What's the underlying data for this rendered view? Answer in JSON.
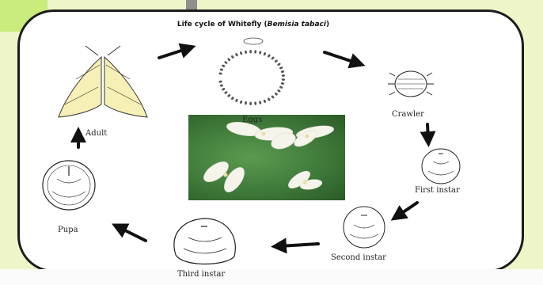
{
  "diagram": {
    "title_prefix": "Life cycle of Whitefly (",
    "title_species": "Bemisia tabaci",
    "title_suffix": ")",
    "stages": {
      "adult": "Adult",
      "eggs": "Eggs",
      "crawler": "Crawler",
      "first_instar": "First instar",
      "second_instar": "Second instar",
      "third_instar": "Third instar",
      "pupa": "Pupa"
    }
  },
  "colors": {
    "page_background": "#eef6c9",
    "frame_border": "#1d1d1d",
    "photo_leaf_green": "#3f7a3a",
    "whitefly_wing": "#f4f4ea"
  }
}
